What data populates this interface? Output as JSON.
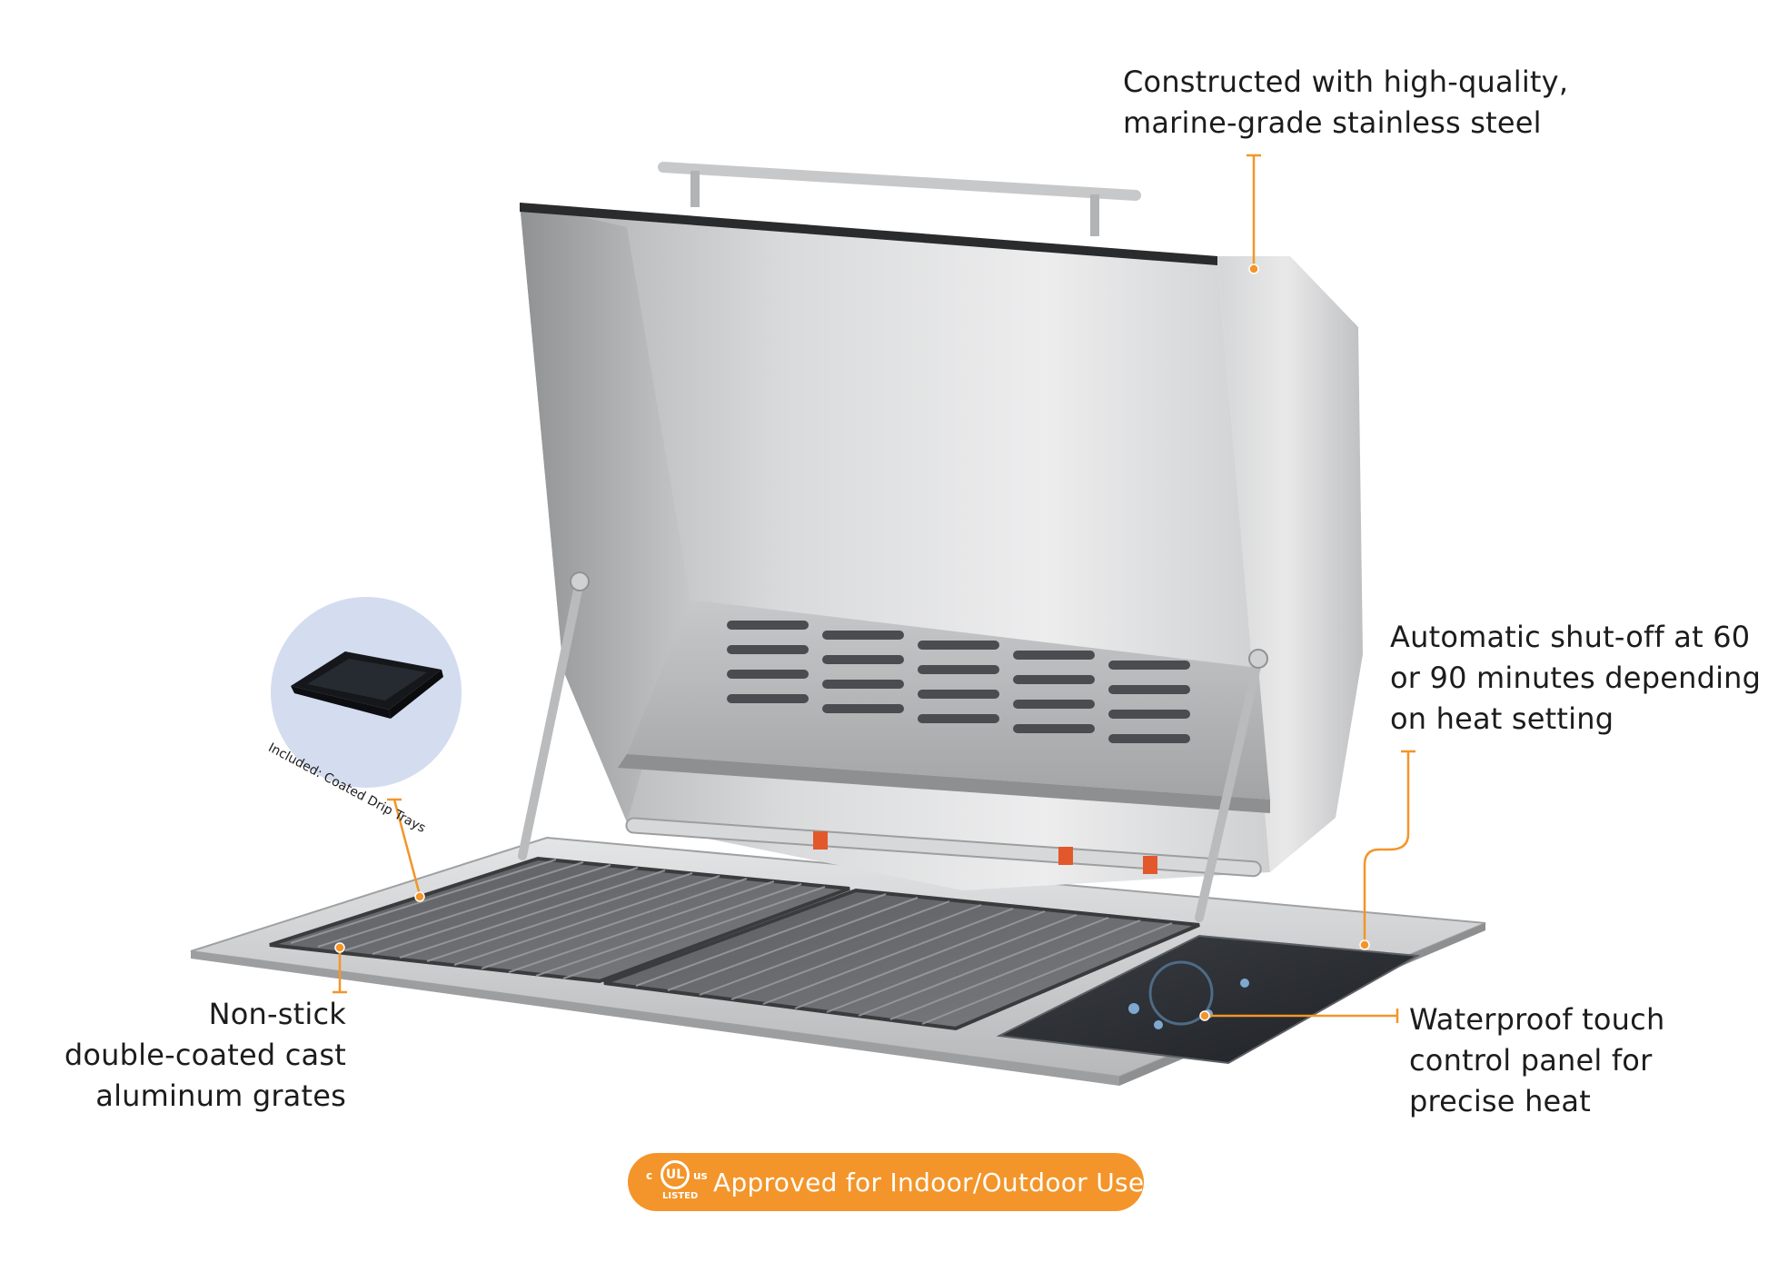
{
  "callouts": {
    "steel": [
      "Constructed with high-quality,",
      "marine-grade stainless steel"
    ],
    "shutoff": [
      "Automatic shut-off at 60",
      "or 90 minutes depending",
      "on heat setting"
    ],
    "grates": [
      "Non-stick",
      "double-coated cast",
      "aluminum grates"
    ],
    "panel": [
      "Waterproof touch",
      "control panel for",
      "precise heat"
    ]
  },
  "inset": {
    "caption": "Included: Coated Drip Trays"
  },
  "badge": {
    "logo_c": "c",
    "logo_ul": "UL",
    "logo_us": "us",
    "logo_listed": "LISTED",
    "label": "Approved for Indoor/Outdoor Use"
  },
  "colors": {
    "accent": "#f3952a",
    "text": "#1c1c1c",
    "inset_bg": "#d4dcef"
  }
}
